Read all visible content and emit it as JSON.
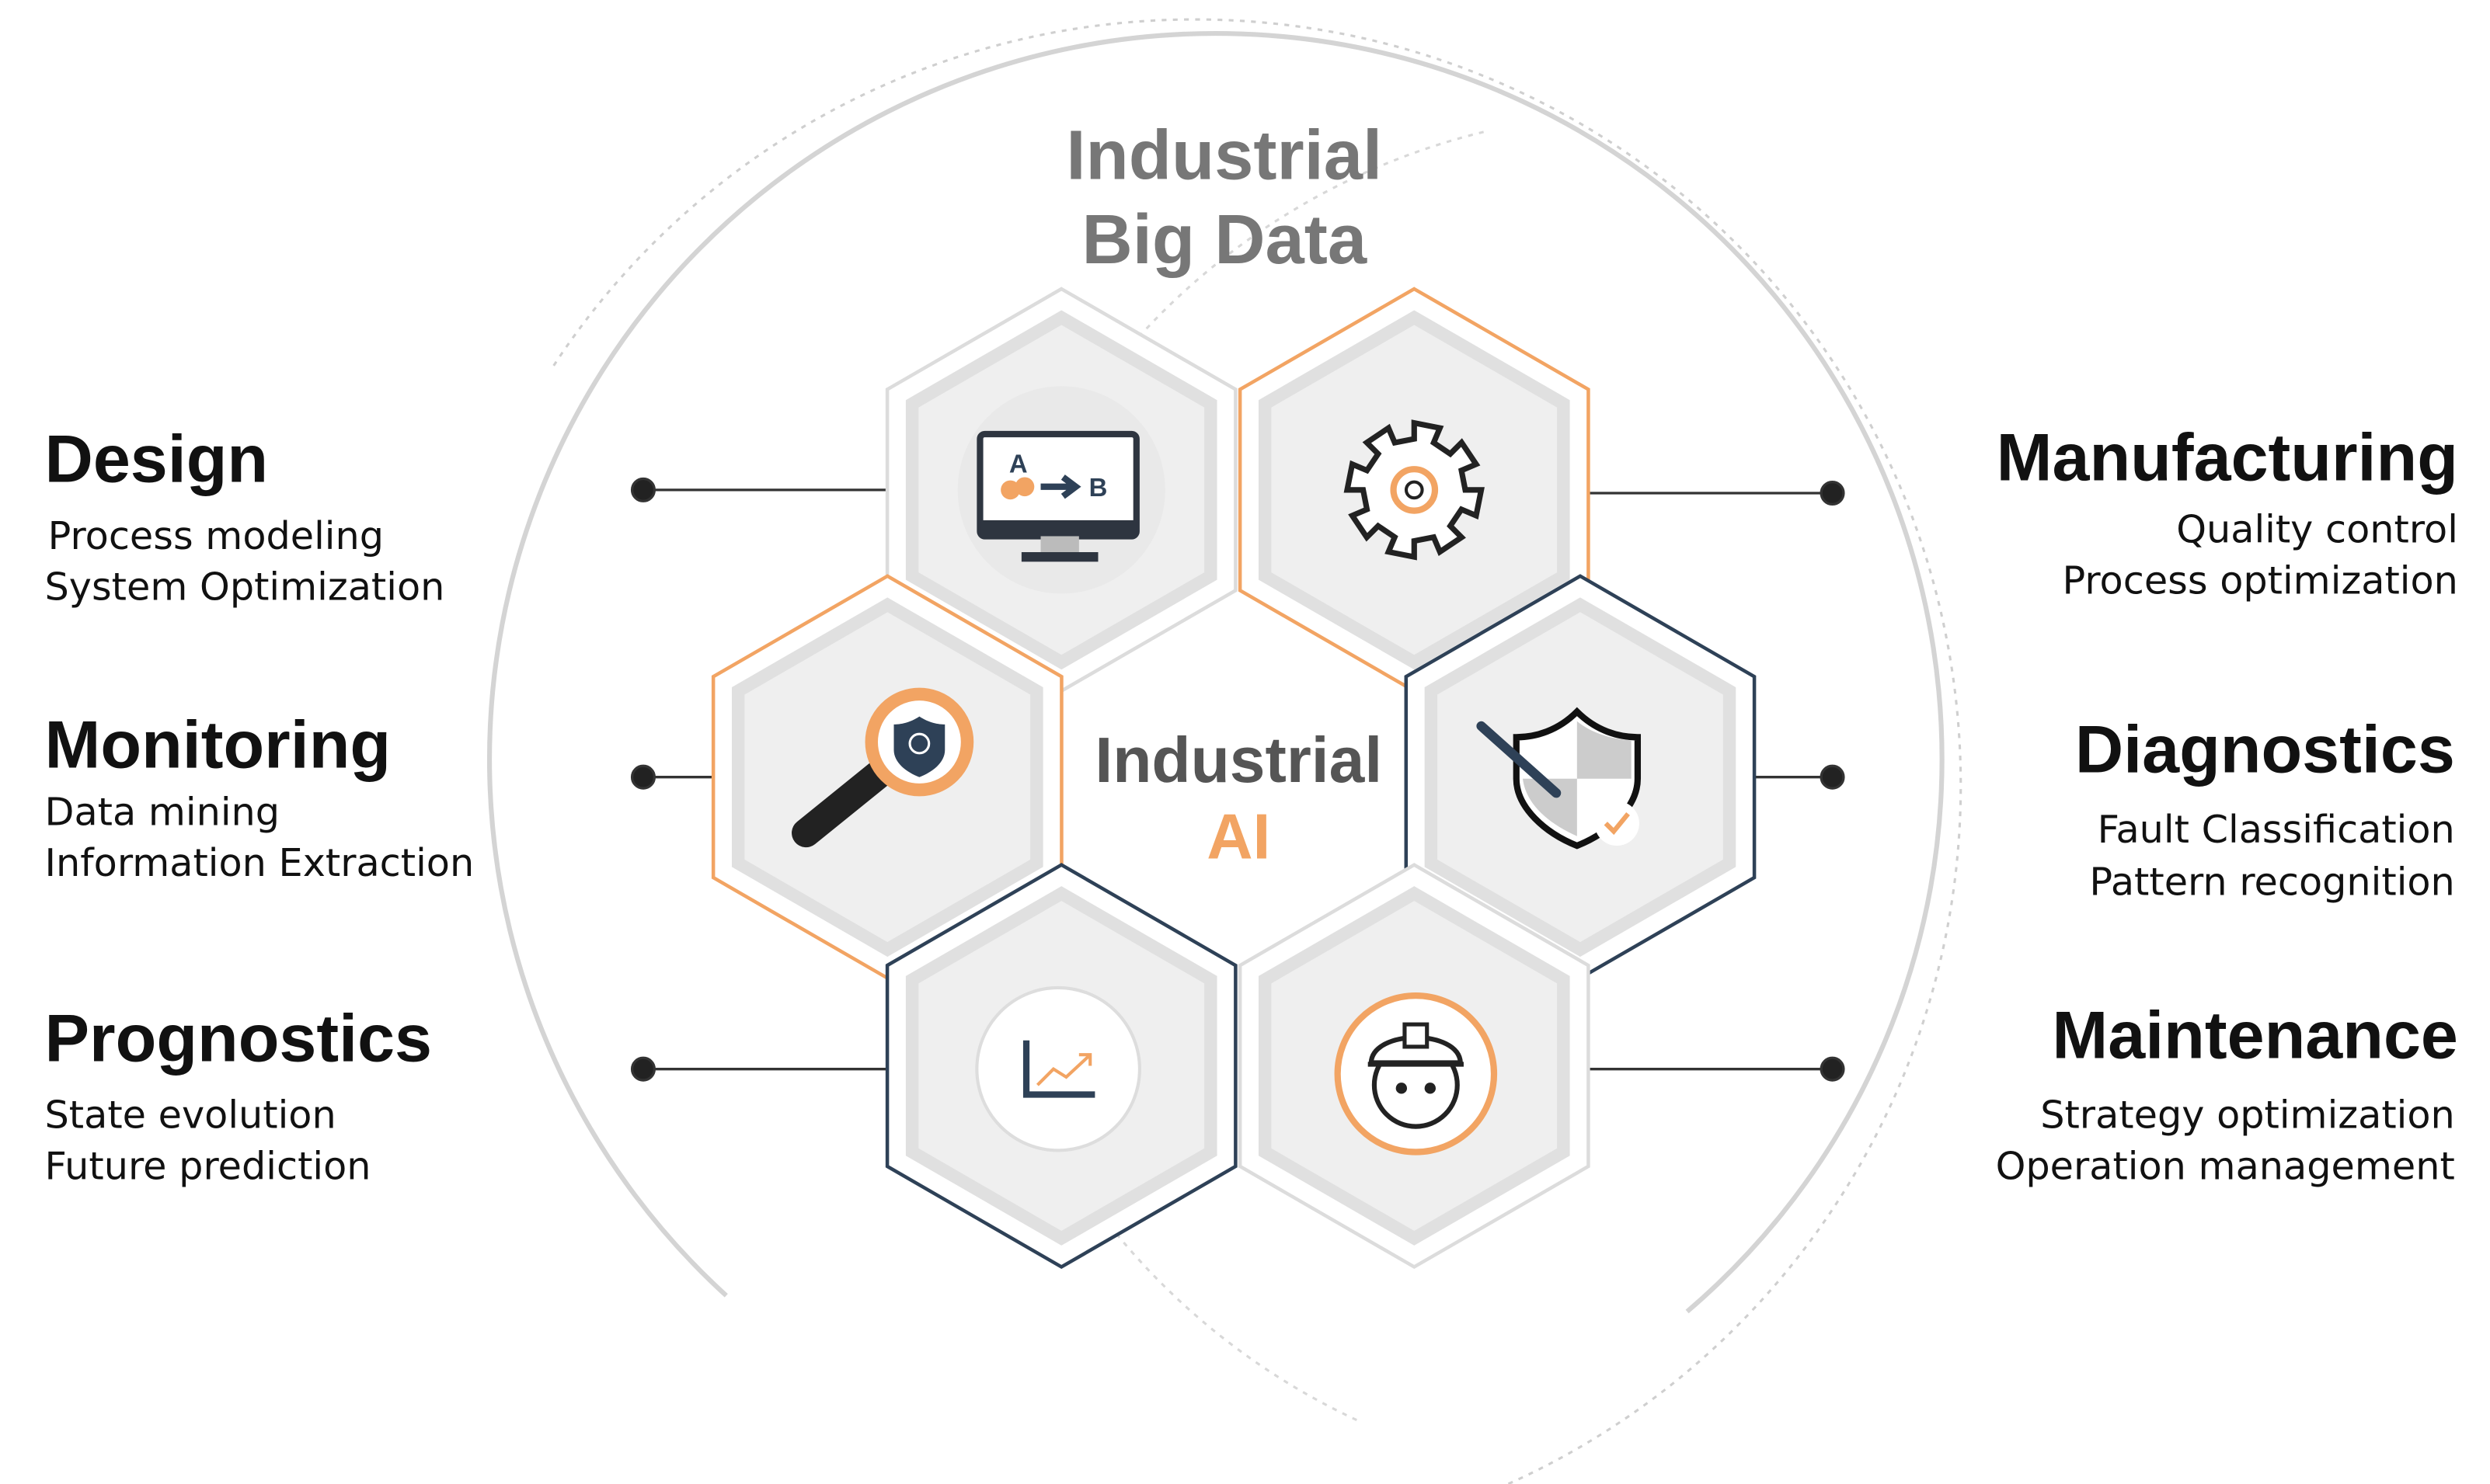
{
  "title": {
    "line1": "Industrial",
    "line2": "Big Data"
  },
  "center": {
    "line1": "Industrial",
    "line2": "AI"
  },
  "colors": {
    "orange": "#f2a463",
    "navy": "#2e4157",
    "gray": "#dcdcdc",
    "title_gray": "#777777",
    "center_gray": "#555555"
  },
  "left": [
    {
      "heading": "Design",
      "lines": [
        "Process modeling",
        "System Optimization"
      ]
    },
    {
      "heading": "Monitoring",
      "lines": [
        "Data mining",
        "Information Extraction"
      ]
    },
    {
      "heading": "Prognostics",
      "lines": [
        "State evolution",
        "Future prediction"
      ]
    }
  ],
  "right": [
    {
      "heading": "Manufacturing",
      "lines": [
        "Quality control",
        "Process optimization"
      ]
    },
    {
      "heading": "Diagnostics",
      "lines": [
        "Fault Classification",
        "Pattern recognition"
      ]
    },
    {
      "heading": "Maintenance",
      "lines": [
        "Strategy optimization",
        "Operation management"
      ]
    }
  ],
  "icons": {
    "design": {
      "name": "monitor-a-to-b-icon",
      "label_a": "A",
      "label_b": "B"
    },
    "manufacturing": "gear-icon",
    "monitoring": "magnifier-shield-icon",
    "diagnostics": "shield-tools-icon",
    "prognostics": "trend-chart-icon",
    "maintenance": "worker-helmet-icon"
  }
}
